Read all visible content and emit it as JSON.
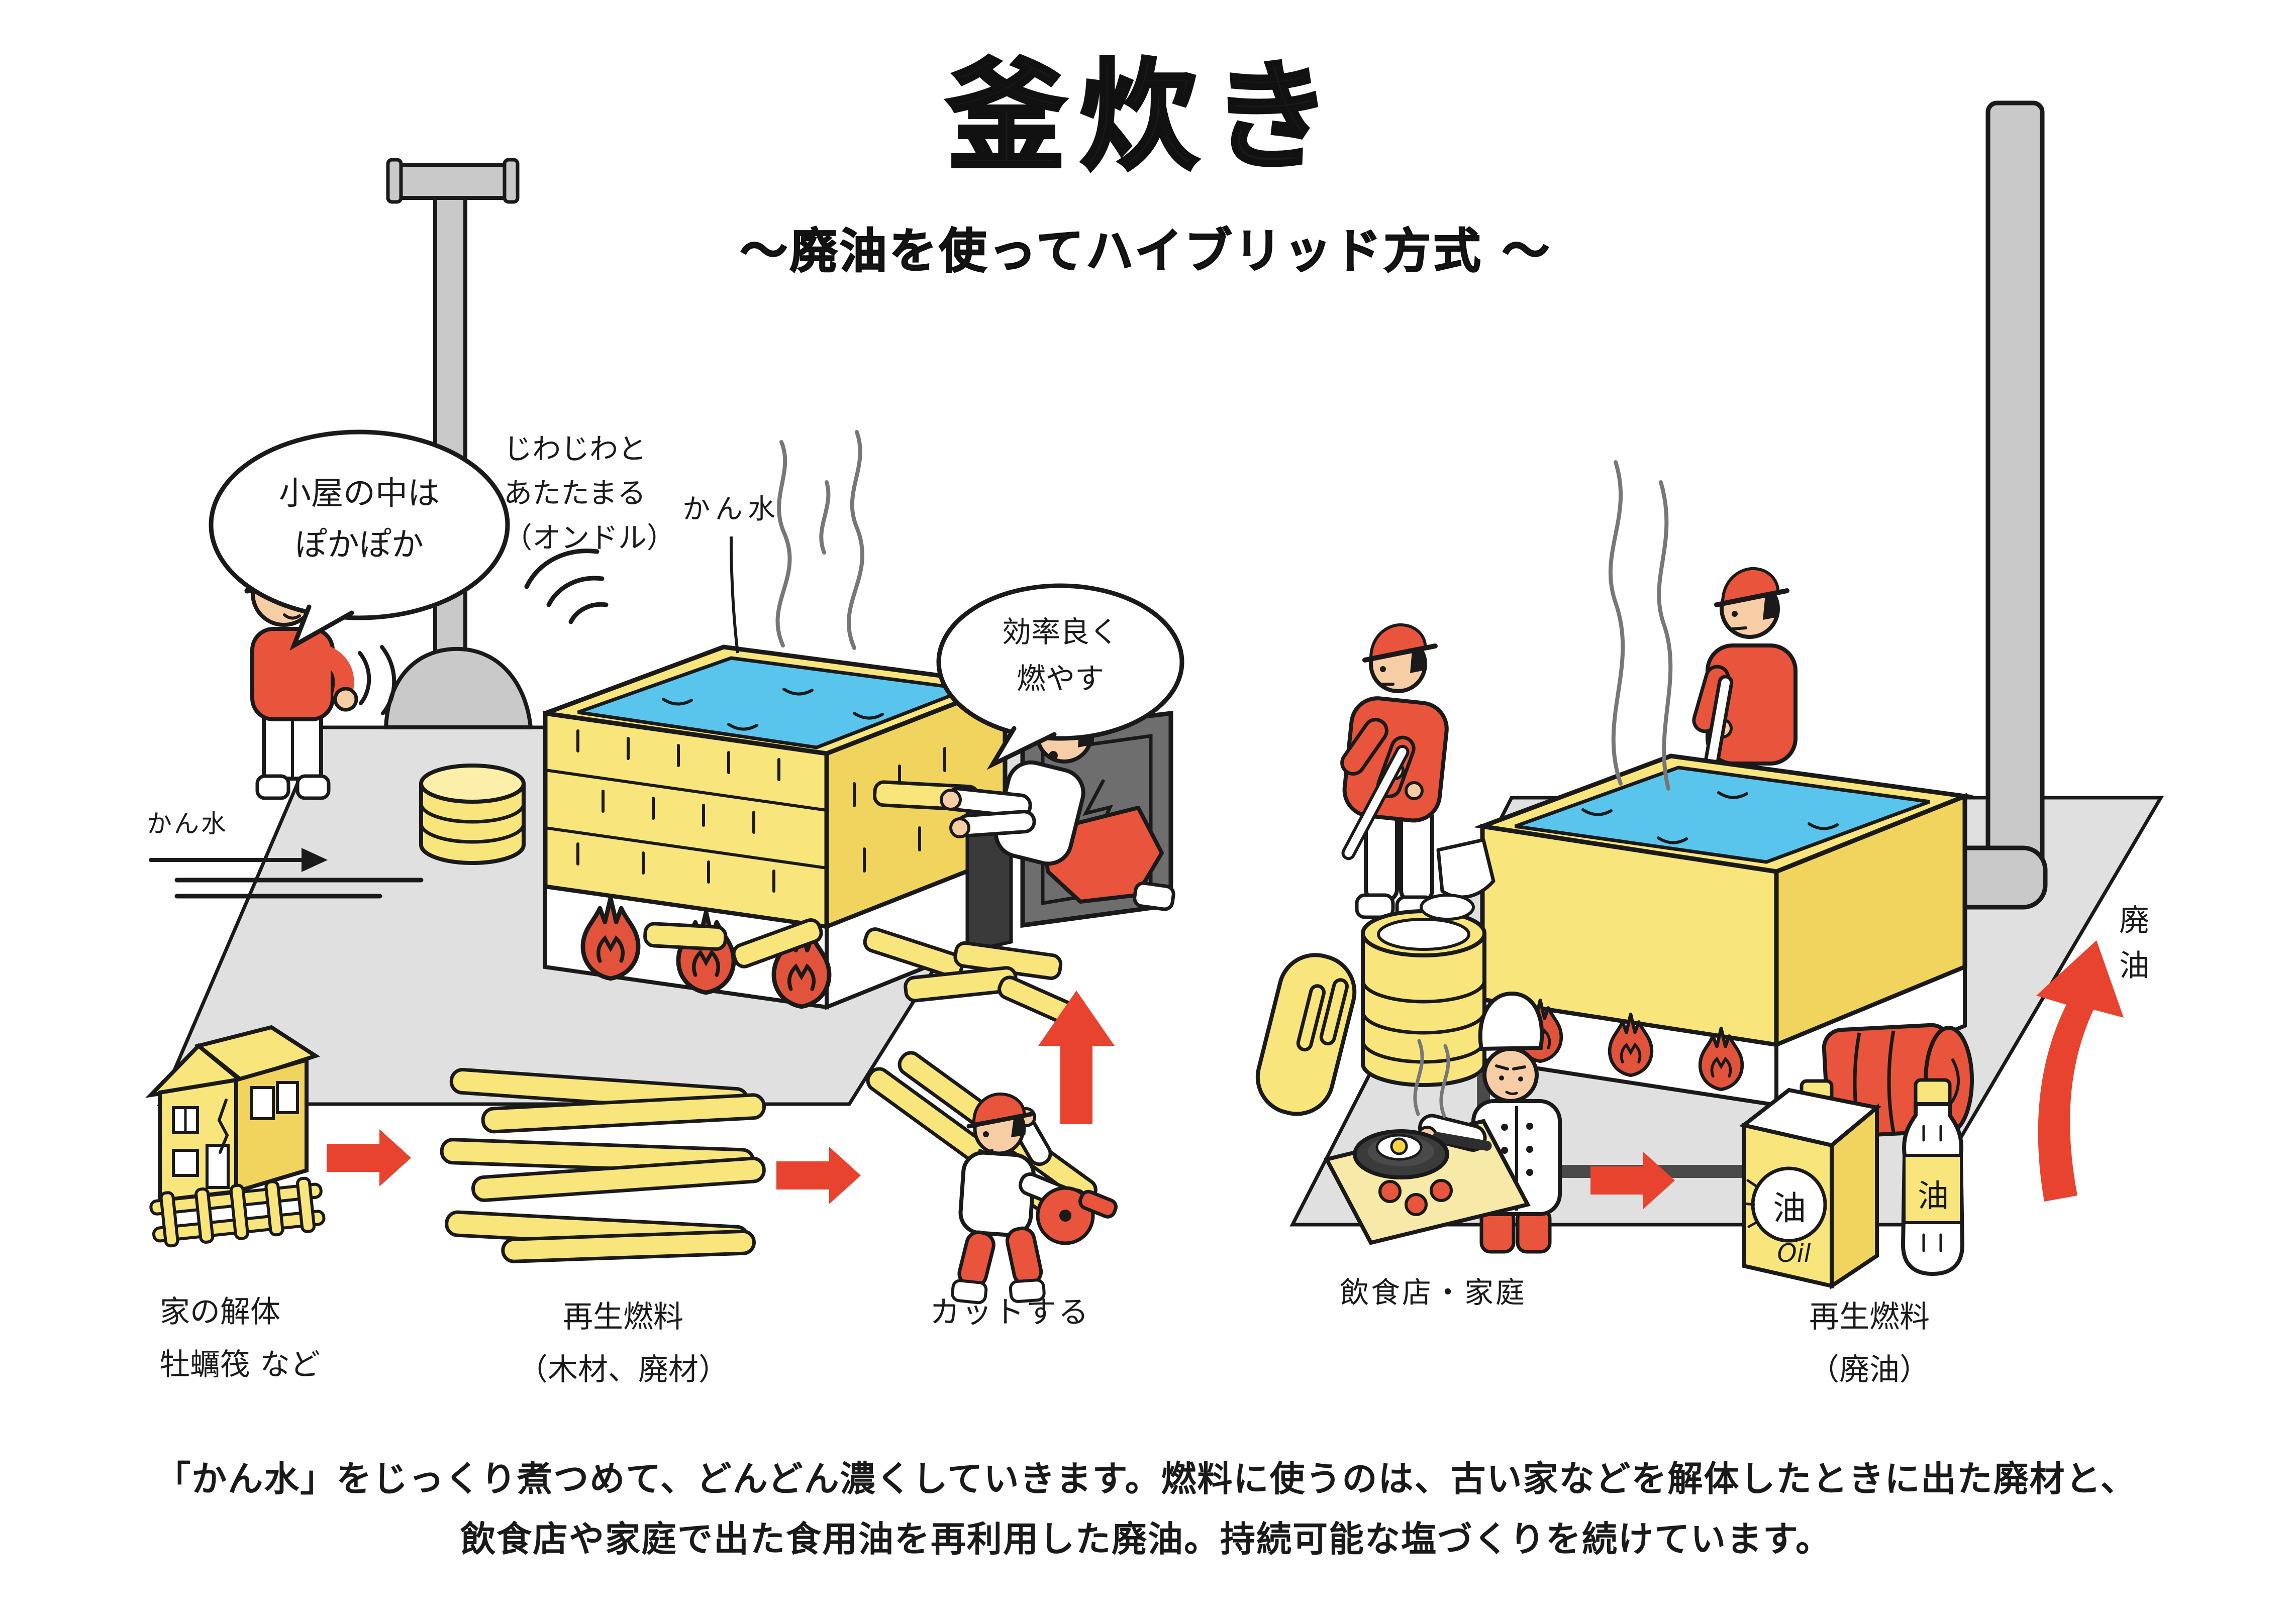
{
  "title": "釜炊き",
  "subtitle": "〜廃油を使ってハイブリッド方式 〜",
  "left_scene": {
    "hut_bubble": "小屋の中は\nぽかぽか",
    "ondol_note": "じわじわと\nあたたまる\n（オンドル）",
    "kansui_label": "かん水",
    "kansui_inlet": "かん水",
    "burn_bubble": "効率良く\n燃やす"
  },
  "left_flow": {
    "source": "家の解体\n牡蠣筏 など",
    "fuel": "再生燃料\n（木材、廃材）",
    "cut": "カットする"
  },
  "right_scene": {
    "waste_oil": "廃\n油"
  },
  "right_flow": {
    "source": "飲食店・家庭",
    "fuel": "再生燃料\n（廃油）",
    "can_char": "油",
    "can_word": "Oil",
    "bottle_char": "油"
  },
  "caption": {
    "line1": "「かん水」をじっくり煮つめて、どんどん濃くしていきます。燃料に使うのは、古い家などを解体したときに出た廃材と、",
    "line2": "飲食店や家庭で出た食用油を再利用した廃油。持続可能な塩づくりを続けています。"
  },
  "colors": {
    "yellow": "#F8E57C",
    "yellow_dark": "#F1D45E",
    "red": "#E8543C",
    "arrow_red": "#E8432F",
    "water_blue": "#59C5EC",
    "floor_gray": "#E0E0E0",
    "metal_gray": "#C9C9C9",
    "pipe_dark": "#4A4A4A",
    "ink": "#1A1A1A",
    "skin": "#F7CDA6"
  }
}
